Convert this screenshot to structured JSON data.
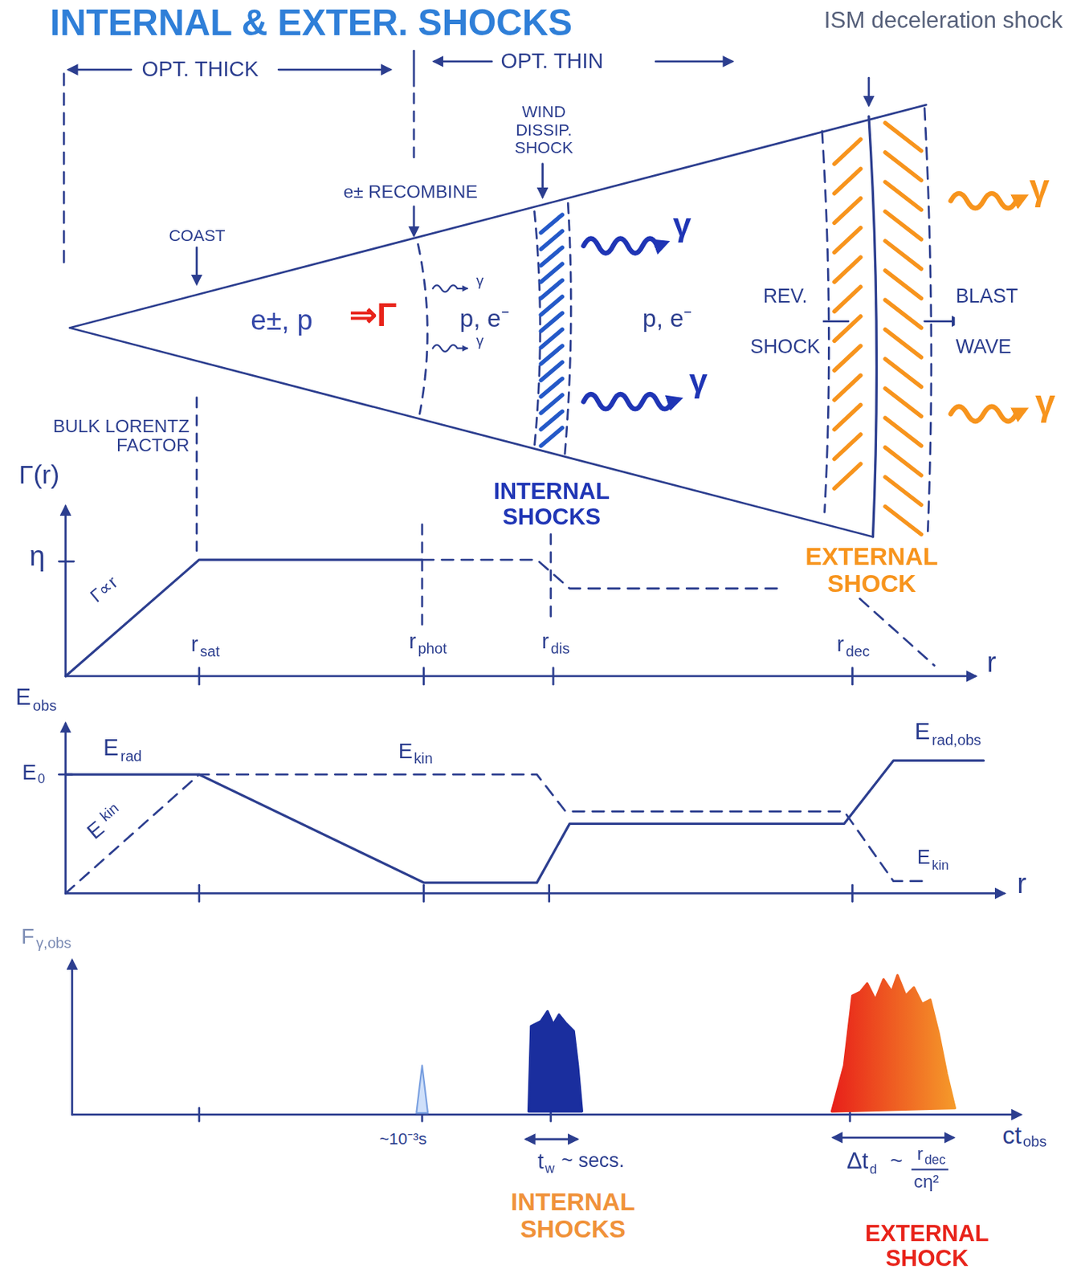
{
  "diagram": {
    "title": "INTERNAL & EXTER. SHOCKS",
    "labels": [
      "ISM deceleration shock",
      "OPT. THICK",
      "OPT. THIN",
      "WIND DISSIP. SHOCK",
      "e± RECOMBINE",
      "COAST",
      "e±, p",
      "⇒Γ",
      "γ",
      "γ",
      "p, e⁻",
      "γ",
      "γ",
      "p, e⁻",
      "INTERNAL SHOCKS",
      "REV. SHOCK",
      "BLAST WAVE",
      "γ",
      "γ",
      "EXTERNAL SHOCK",
      "BULK LORENTZ FACTOR",
      "Γ(r)",
      "η",
      "Γ∝r",
      "r",
      "sat",
      "r",
      "phot",
      "r",
      "dis",
      "r",
      "dec",
      "r",
      "E",
      "obs",
      "E",
      "rad",
      "E",
      "0",
      "E",
      "kin",
      "E",
      "kin",
      "E",
      "rad,obs",
      "E",
      "kin",
      "r",
      "F",
      "γ,obs",
      "~10⁻³s",
      "t",
      "w",
      "~ secs.",
      "Δt",
      "d",
      "~",
      "r",
      "dec",
      "cη²",
      "ct",
      "obs",
      "INTERNAL SHOCKS",
      "EXTERNAL SHOCK"
    ]
  }
}
